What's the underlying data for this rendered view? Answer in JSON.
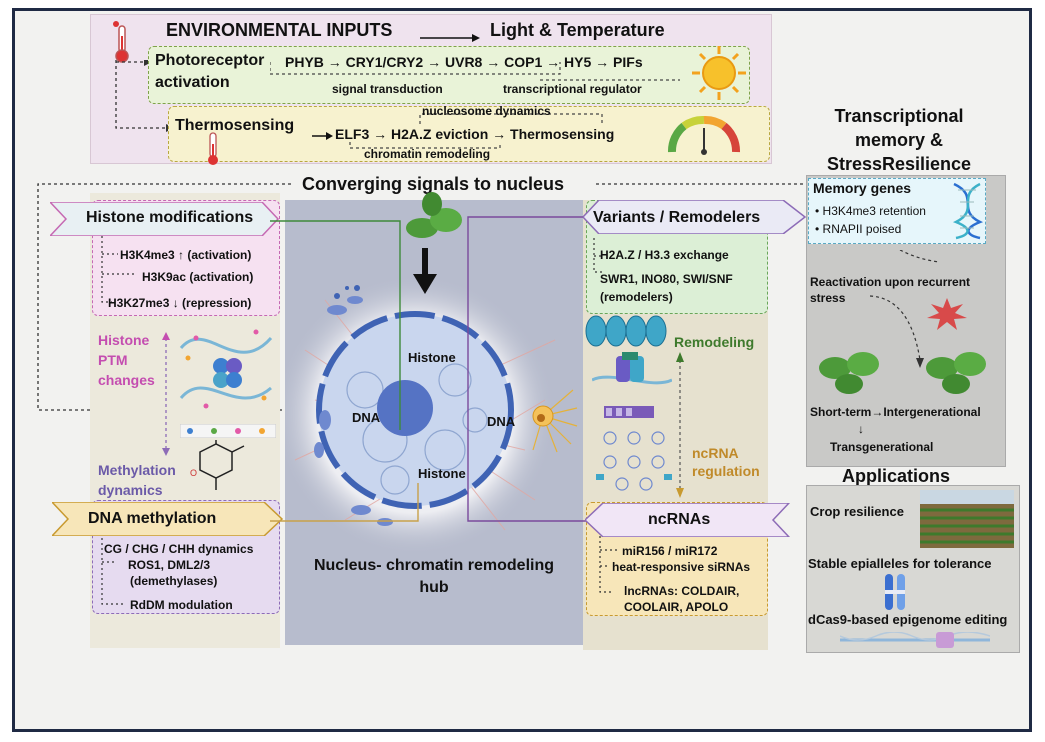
{
  "env": {
    "title": "ENVIRONMENTAL INPUTS",
    "title_target": "Light & Temperature",
    "photo_label_1": "Photoreceptor",
    "photo_label_2": "activation",
    "photo_chain": "PHYB → CRY1/CRY2 → UVR8 → COP1 → HY5 → PIFs",
    "signal_transduction": "signal transduction",
    "transcriptional_regulator": "transcriptional regulator",
    "thermo_label": "Thermosensing",
    "thermo_chain": "ELF3 → H2A.Z eviction → Thermosensing",
    "nucleosome_dynamics": "nucleosome dynamics",
    "chromatin_remodeling": "chromatin remodeling"
  },
  "converging": "Converging signals to nucleus",
  "histone_mod": {
    "title": "Histone modifications",
    "items": [
      "H3K4me3 ↑ (activation)",
      "H3K9ac (activation)",
      "H3K27me3 ↓ (repression)"
    ],
    "ptm_label": [
      "Histone",
      "PTM",
      "changes"
    ],
    "methylation_label": [
      "Methylation",
      "dynamics"
    ]
  },
  "dna_meth": {
    "title": "DNA methylation",
    "items": [
      "CG / CHG / CHH dynamics",
      "ROS1, DML2/3",
      "(demethylases)",
      "RdDM modulation"
    ]
  },
  "nucleus": {
    "histone_top": "Histone",
    "histone_bottom": "Histone",
    "dna_left": "DNA",
    "dna_right": "DNA",
    "caption_1": "Nucleus- chromatin remodeling",
    "caption_2": "hub"
  },
  "variants": {
    "title": "Variants / Remodelers",
    "items": [
      "H2A.Z / H3.3 exchange",
      "SWR1, INO80, SWI/SNF",
      "(remodelers)"
    ],
    "remodeling": "Remodeling",
    "ncrna_regulation": [
      "ncRNA",
      "regulation"
    ]
  },
  "ncrnas": {
    "title": "ncRNAs",
    "items": [
      "miR156 / miR172",
      "heat-responsive siRNAs",
      "lncRNAs: COLDAIR,",
      "COOLAIR, APOLO"
    ]
  },
  "memory": {
    "title": [
      "Transcriptional",
      "memory &",
      "StressResilience"
    ],
    "box_title": "Memory genes",
    "items": [
      "H3K4me3 retention",
      "RNAPII poised"
    ],
    "reactivation": [
      "Reactivation upon recurrent",
      "stress"
    ],
    "generations_1": "Short-term→Intergenerational",
    "generations_arrow": "↓",
    "generations_2": "Transgenerational"
  },
  "applications": {
    "title": "Applications",
    "items": [
      "Crop resilience",
      "Stable epialleles for tolerance",
      "dCas9-based epigenome editing"
    ]
  },
  "colors": {
    "histone_mod": "#c569b3",
    "dna_meth": "#8d6cb7",
    "variants": "#6aa65a",
    "ncrna": "#c89a30",
    "nucleus": "#3f63b4"
  }
}
